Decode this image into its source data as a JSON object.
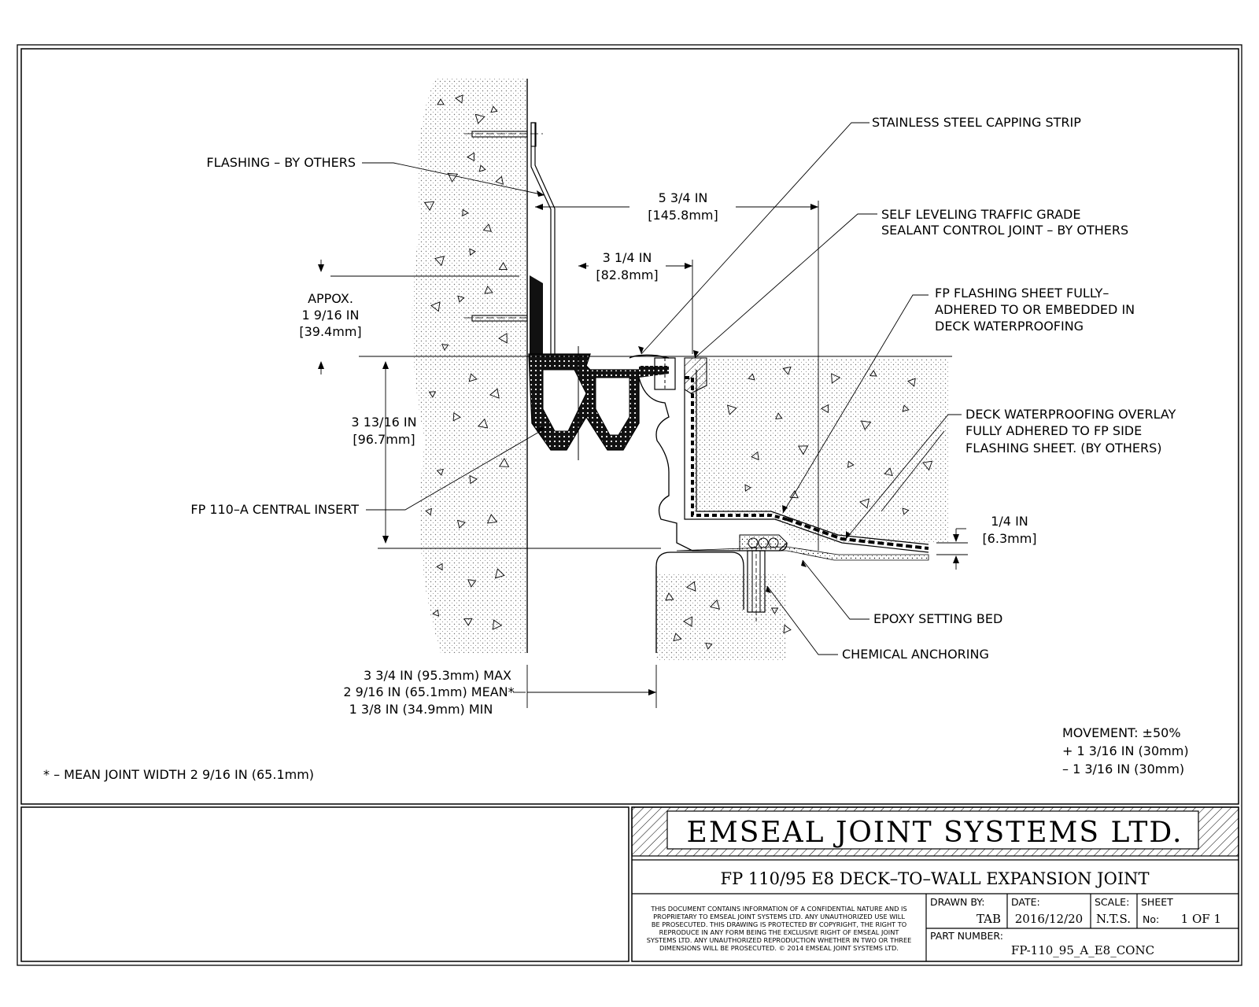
{
  "labels": {
    "stainless_steel_capping_strip": "STAINLESS STEEL CAPPING STRIP",
    "flashing_by_others": "FLASHING – BY OTHERS",
    "sealant_line1": "SELF LEVELING TRAFFIC GRADE",
    "sealant_line2": "SEALANT CONTROL JOINT – BY OTHERS",
    "fp_flashing_line1": "FP FLASHING SHEET FULLY–",
    "fp_flashing_line2": "ADHERED TO OR EMBEDDED IN",
    "fp_flashing_line3": "DECK WATERPROOFING",
    "deck_wp_line1": "DECK WATERPROOFING OVERLAY",
    "deck_wp_line2": "FULLY ADHERED TO FP SIDE",
    "deck_wp_line3": "FLASHING SHEET. (BY OTHERS)",
    "central_insert": "FP 110–A CENTRAL INSERT",
    "epoxy_setting_bed": "EPOXY SETTING BED",
    "chemical_anchoring": "CHEMICAL ANCHORING"
  },
  "dimensions": {
    "dim_5_3_4": "5 3/4 IN",
    "dim_5_3_4_mm": "[145.8mm]",
    "dim_3_1_4": "3 1/4 IN",
    "dim_3_1_4_mm": "[82.8mm]",
    "approx": "APPOX.",
    "dim_1_9_16": "1 9/16 IN",
    "dim_1_9_16_mm": "[39.4mm]",
    "dim_3_13_16": "3 13/16 IN",
    "dim_3_13_16_mm": "[96.7mm]",
    "dim_1_4": "1/4  IN",
    "dim_1_4_mm": "[6.3mm]",
    "max": "3 3/4 IN (95.3mm) MAX",
    "mean": "2 9/16 IN (65.1mm) MEAN*",
    "min": "1 3/8 IN (34.9mm) MIN"
  },
  "movement": {
    "title": "MOVEMENT: ±50%",
    "plus": "+ 1 3/16 IN (30mm)",
    "minus": "– 1 3/16 IN (30mm)"
  },
  "footnote": "* – MEAN JOINT WIDTH 2 9/16 IN (65.1mm)",
  "title_block": {
    "company": "EMSEAL JOINT SYSTEMS LTD.",
    "drawing_title": "FP 110/95 E8  DECK–TO–WALL EXPANSION JOINT",
    "confidential": [
      "THIS DOCUMENT CONTAINS INFORMATION OF A CONFIDENTIAL NATURE AND IS",
      "PROPRIETARY TO EMSEAL JOINT SYSTEMS LTD. ANY UNAUTHORIZED USE WILL",
      "BE PROSECUTED. THIS DRAWING IS PROTECTED BY COPYRIGHT, THE RIGHT TO",
      "REPRODUCE IN ANY FORM BEING THE EXCLUSIVE RIGHT OF EMSEAL JOINT",
      "SYSTEMS LTD. ANY UNAUTHORIZED REPRODUCTION WHETHER IN TWO OR THREE",
      "DIMENSIONS WILL BE PROSECUTED. © 2014 EMSEAL JOINT SYSTEMS LTD."
    ],
    "drawn_by_label": "DRAWN BY:",
    "drawn_by": "TAB",
    "date_label": "DATE:",
    "date": "2016/12/20",
    "scale_label": "SCALE:",
    "scale": "N.T.S.",
    "sheet_label": "SHEET",
    "sheet_no_label": "No:",
    "sheet": "1 OF 1",
    "part_number_label": "PART NUMBER:",
    "part_number": "FP-110_95_A_E8_CONC"
  }
}
